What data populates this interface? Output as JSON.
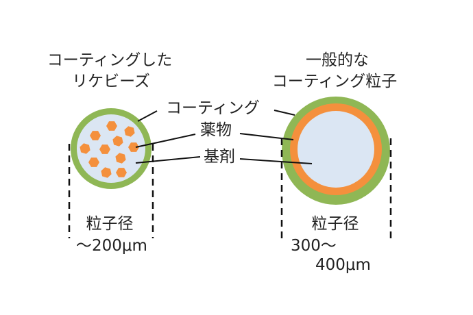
{
  "left_particle": {
    "title_line1": "コーティングした",
    "title_line2": "リケビーズ",
    "size_label": "粒子径",
    "size_value": "〜200μm"
  },
  "right_particle": {
    "title_line1": "一般的な",
    "title_line2": "コーティング粒子",
    "size_label": "粒子径",
    "size_value_line1": "300〜",
    "size_value_line2": "400μm"
  },
  "labels": {
    "coating": "コーティング",
    "drug": "薬物",
    "base": "基剤"
  },
  "colors": {
    "coating": "#8fb755",
    "drug": "#f4903d",
    "base": "#dbe6f3"
  }
}
